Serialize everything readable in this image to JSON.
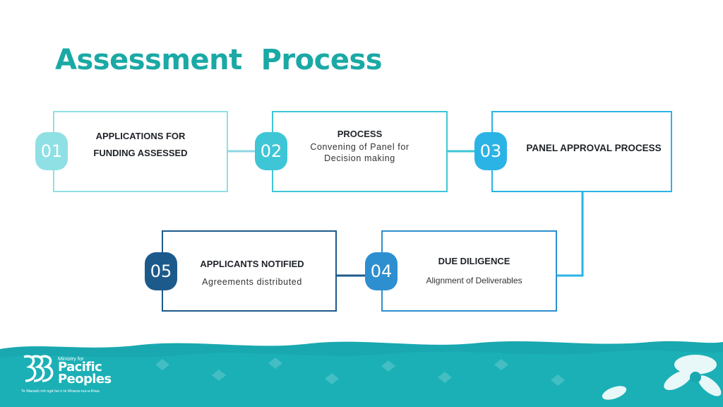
{
  "slide": {
    "title": "Assessment  Process"
  },
  "steps": [
    {
      "number": "01",
      "heading": "APPLICATIONS FOR",
      "heading2": "FUNDING ASSESSED",
      "detail": ""
    },
    {
      "number": "02",
      "heading": "PROCESS",
      "detail": "Convening of Panel for",
      "detail2": "Decision making"
    },
    {
      "number": "03",
      "heading": "PANEL APPROVAL PROCESS",
      "detail": ""
    },
    {
      "number": "04",
      "heading": "DUE DILIGENCE",
      "detail": "Alignment of Deliverables"
    },
    {
      "number": "05",
      "heading": "APPLICANTS NOTIFIED",
      "detail": "Agreements distributed"
    }
  ],
  "colors": {
    "title": "#1aa9a5",
    "step1": "#8fe0e4",
    "step2": "#3ec6d6",
    "step3": "#2bb3e6",
    "step4": "#2d8fd0",
    "step5": "#1d5a8c",
    "footer": "#19a8b0"
  },
  "logo": {
    "line1": "Ministry for",
    "line2": "Pacific",
    "line3": "Peoples",
    "tagline": "Te Manatū mō ngā Iwi o te Moana-nui-a-Kiwa"
  }
}
